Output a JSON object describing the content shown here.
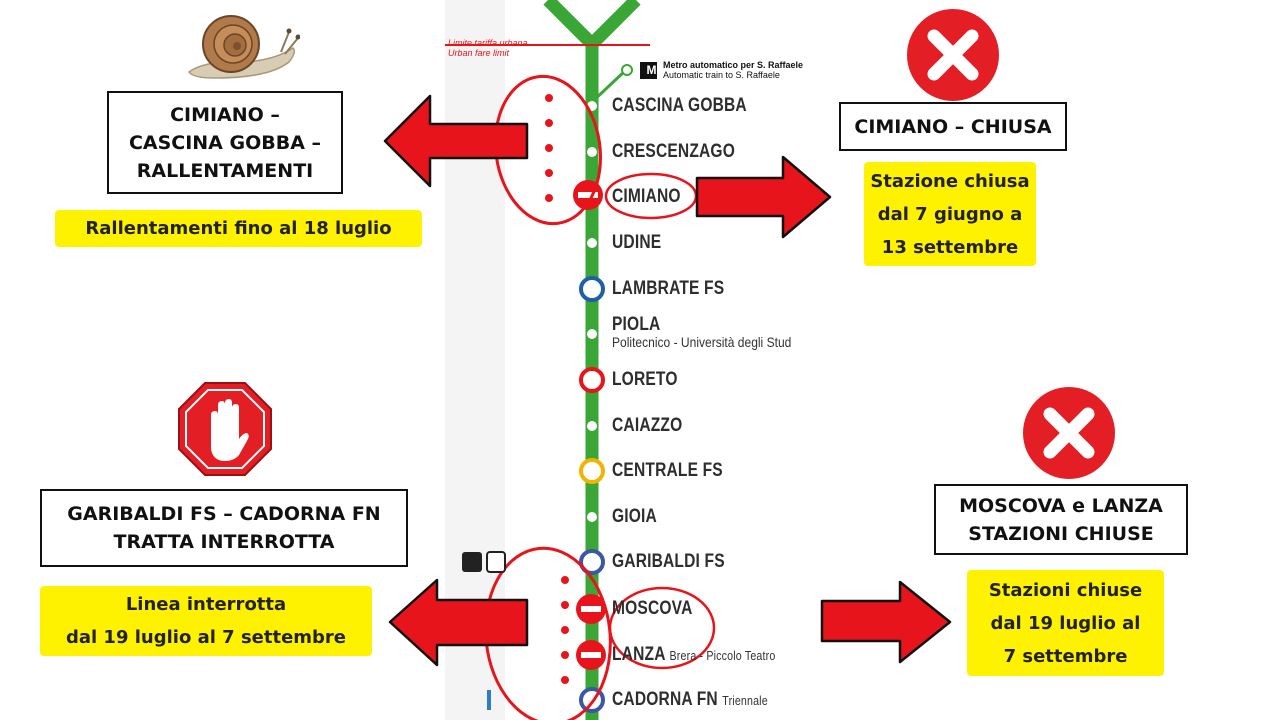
{
  "map": {
    "urban_limit_label": "Limite tariffa urbana",
    "urban_limit_label_en": "Urban fare limit",
    "metro_auto_label": "Metro automatico per S. Raffaele",
    "metro_auto_label_en": "Automatic train to S. Raffaele",
    "metro_auto_badge": "M",
    "stations": [
      {
        "name": "CASCINA GOBBA",
        "sub": ""
      },
      {
        "name": "CRESCENZAGO",
        "sub": ""
      },
      {
        "name": "CIMIANO",
        "sub": ""
      },
      {
        "name": "UDINE",
        "sub": ""
      },
      {
        "name": "LAMBRATE FS",
        "sub": ""
      },
      {
        "name": "PIOLA",
        "sub": "Politecnico - Università degli Stud"
      },
      {
        "name": "LORETO",
        "sub": ""
      },
      {
        "name": "CAIAZZO",
        "sub": ""
      },
      {
        "name": "CENTRALE FS",
        "sub": ""
      },
      {
        "name": "GIOIA",
        "sub": ""
      },
      {
        "name": "GARIBALDI FS",
        "sub": ""
      },
      {
        "name": "MOSCOVA",
        "sub": ""
      },
      {
        "name": "LANZA",
        "sub": "Brera - Piccolo Teatro"
      },
      {
        "name": "CADORNA FN",
        "sub": "Triennale"
      }
    ]
  },
  "notices": {
    "top_left": {
      "title_lines": [
        "CIMIANO –",
        "CASCINA GOBBA –",
        "RALLENTAMENTI"
      ],
      "detail_lines": [
        "Rallentamenti fino al 18 luglio"
      ]
    },
    "top_right": {
      "title_lines": [
        "CIMIANO – CHIUSA"
      ],
      "detail_lines": [
        "Stazione chiusa",
        "dal 7 giugno a",
        "13 settembre"
      ]
    },
    "bottom_left": {
      "title_lines": [
        "GARIBALDI FS – CADORNA FN",
        "TRATTA INTERROTTA"
      ],
      "detail_lines": [
        "Linea interrotta",
        "dal 19 luglio al 7 settembre"
      ]
    },
    "bottom_right": {
      "title_lines": [
        "MOSCOVA e LANZA",
        "STAZIONI CHIUSE"
      ],
      "detail_lines": [
        "Stazioni chiuse",
        "dal 19 luglio al",
        "7 settembre"
      ]
    }
  },
  "icons": {
    "snail": "snail-icon",
    "close_top": "close-circle-icon",
    "close_bottom": "close-circle-icon",
    "stop_hand": "stop-hand-icon",
    "closed_station": "no-entry-icon"
  },
  "colors": {
    "line_green": "#3aa635",
    "arrow_red": "#e8141b",
    "highlight_yellow": "#fff200",
    "close_red": "#e31e24"
  }
}
